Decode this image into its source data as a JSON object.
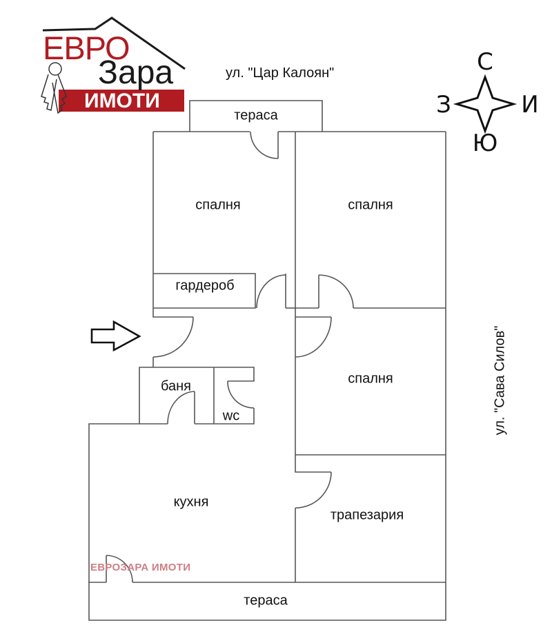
{
  "logo": {
    "line1": "ЕВРО",
    "line2": "Зара",
    "line3": "ИМОТИ",
    "brand_red": "#b01c22",
    "brand_dark": "#1a1a1a"
  },
  "streets": {
    "north": "ул. \"Цар Калоян\"",
    "east": "ул. \"Сава Силов\""
  },
  "compass": {
    "north": "С",
    "south": "Ю",
    "west": "З",
    "east": "И",
    "icon": "four-point-star-compass-icon"
  },
  "entrance": {
    "icon": "arrow-right-outline-icon"
  },
  "rooms": {
    "terrace_top": "тераса",
    "bedroom_1": "спалня",
    "bedroom_2": "спалня",
    "wardrobe": "гардероб",
    "bedroom_3": "спалня",
    "bathroom": "баня",
    "wc": "wc",
    "kitchen": "кухня",
    "dining": "трапезария",
    "terrace_bottom": "тераса"
  },
  "watermark": {
    "text": "ЕВРОЗАРА ИМОТИ",
    "color": "#cf7e84"
  },
  "colors": {
    "wall": "#555555",
    "text": "#111111",
    "background": "#ffffff"
  }
}
